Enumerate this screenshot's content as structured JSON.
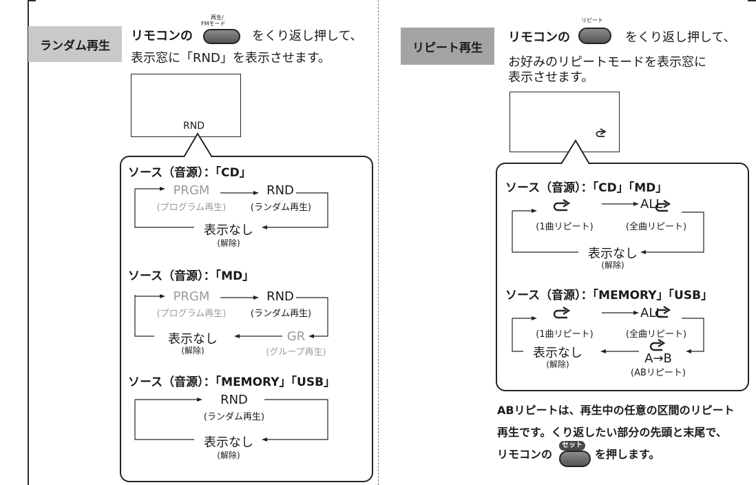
{
  "left": {
    "tag": "ランダム再生",
    "instruction_line1_prefix": "リモコンの",
    "button_top_label": "再生/",
    "button_label": "FMモード",
    "instruction_line1_suffix": "をくり返し押して、",
    "instruction_line2": "表示窓に「RND」を表示させます。",
    "display_text": "RND",
    "groups": [
      {
        "title": "ソース（音源）：「CD」",
        "nodes": [
          {
            "main": "PRGM",
            "sub": "(プログラム再生)",
            "muted": true
          },
          {
            "main": "RND",
            "sub": "(ランダム再生)",
            "muted": false
          },
          {
            "main": "表示なし",
            "sub": "(解除)",
            "muted": false
          }
        ]
      },
      {
        "title": "ソース（音源）：「MD」",
        "nodes": [
          {
            "main": "PRGM",
            "sub": "(プログラム再生)",
            "muted": true
          },
          {
            "main": "RND",
            "sub": "(ランダム再生)",
            "muted": false
          },
          {
            "main": "表示なし",
            "sub": "(解除)",
            "muted": false
          },
          {
            "main": "GR",
            "sub": "(グループ再生)",
            "muted": true
          }
        ]
      },
      {
        "title": "ソース（音源）：「MEMORY」「USB」",
        "nodes": [
          {
            "main": "RND",
            "sub": "(ランダム再生)",
            "muted": false
          },
          {
            "main": "表示なし",
            "sub": "(解除)",
            "muted": false
          }
        ]
      }
    ]
  },
  "right": {
    "tag": "リピート再生",
    "button_top_label": "リピート",
    "instruction_line1_prefix": "リモコンの",
    "instruction_line1_suffix": "をくり返し押して、",
    "instruction_line2": "お好みのリピートモードを表示窓に",
    "instruction_line3": "表示させます。",
    "display_symbol": "↻1",
    "groups": [
      {
        "title": "ソース（音源）：「CD」「MD」",
        "nodes": [
          {
            "main": "⥀",
            "sub": "(1曲リピート)"
          },
          {
            "main": "ALL⥀",
            "sub": "(全曲リピート)"
          },
          {
            "main": "表示なし",
            "sub": "(解除)"
          }
        ]
      },
      {
        "title": "ソース（音源）：「MEMORY」「USB」",
        "nodes": [
          {
            "main": "⥀",
            "sub": "(1曲リピート)"
          },
          {
            "main": "ALL⥀",
            "sub": "(全曲リピート)"
          },
          {
            "main": "表示なし",
            "sub": "(解除)"
          },
          {
            "main": "A→B",
            "sub": "(ABリピート)"
          }
        ]
      }
    ],
    "note_line1": "ABリピートは、再生中の任意の区間のリピート",
    "note_line2": "再生です。くり返したい部分の先頭と末尾で、",
    "note_line3_prefix": "リモコンの",
    "note_button_label": "セット",
    "note_line3_suffix": "を押します。"
  }
}
